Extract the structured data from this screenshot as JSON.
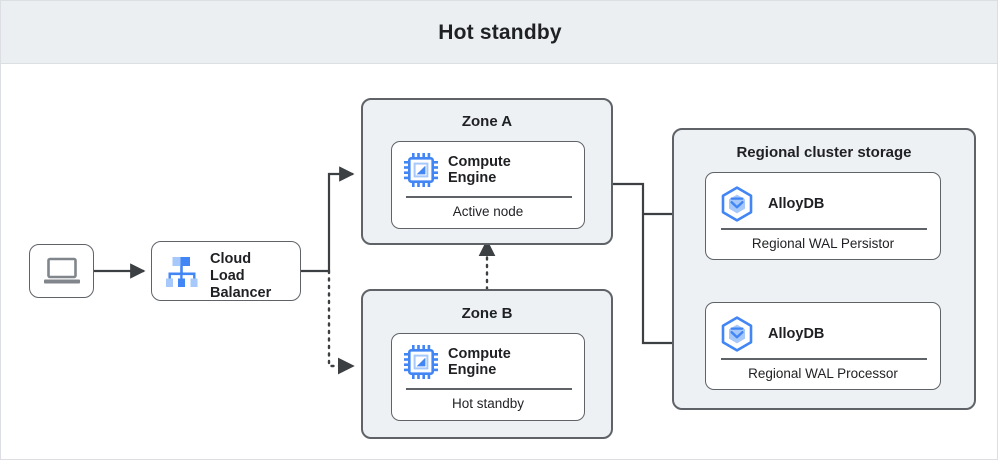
{
  "header": {
    "title": "Hot standby",
    "background": "#eceff1"
  },
  "colors": {
    "accent_blue": "#4285f4",
    "accent_blue_light": "#a6c8fa",
    "border_gray": "#5f6368",
    "zone_fill": "#eef1f4",
    "icon_gray": "#80868b"
  },
  "client": {
    "icon": "laptop-icon"
  },
  "load_balancer": {
    "icon": "cloud-load-balancer-icon",
    "label": "Cloud\nLoad\nBalancer"
  },
  "zones": [
    {
      "title": "Zone A",
      "card": {
        "icon": "compute-engine-icon",
        "label": "Compute\nEngine",
        "subtitle": "Active node"
      }
    },
    {
      "title": "Zone B",
      "card": {
        "icon": "compute-engine-icon",
        "label": "Compute\nEngine",
        "subtitle": "Hot standby"
      }
    }
  ],
  "storage": {
    "title": "Regional cluster storage",
    "cards": [
      {
        "icon": "alloydb-icon",
        "label": "AlloyDB",
        "subtitle": "Regional WAL Persistor"
      },
      {
        "icon": "alloydb-icon",
        "label": "AlloyDB",
        "subtitle": "Regional WAL Processor"
      }
    ]
  },
  "connectors": [
    {
      "name": "client-to-load-balancer",
      "style": "solid"
    },
    {
      "name": "load-balancer-to-zone-a",
      "style": "solid"
    },
    {
      "name": "load-balancer-to-zone-b",
      "style": "dotted"
    },
    {
      "name": "zone-b-to-zone-a-failover",
      "style": "dotted"
    },
    {
      "name": "zone-a-to-wal-persistor",
      "style": "solid"
    },
    {
      "name": "zone-a-to-wal-processor",
      "style": "solid"
    }
  ]
}
